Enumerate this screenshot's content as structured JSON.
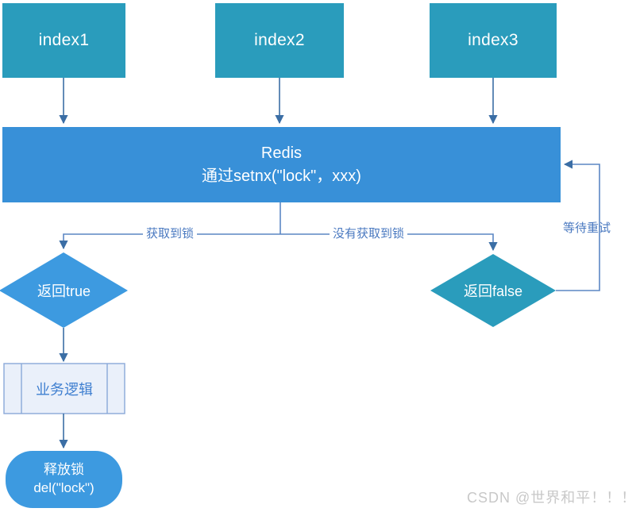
{
  "diagram": {
    "title": "Redis distributed lock flowchart",
    "colors": {
      "index_fill": "#2a9cbc",
      "redis_fill": "#3890d8",
      "diamond_true_fill": "#3d9ae0",
      "diamond_false_fill": "#2a9cbc",
      "process_fill": "#eaf0fa",
      "process_stroke": "#8aa9d8",
      "terminator_fill": "#3d9ae0",
      "line_stroke": "#4a79b8",
      "label_text": "#4a79c0",
      "watermark_text": "#c8c8c8"
    },
    "nodes": {
      "index1": {
        "label": "index1",
        "shape": "rectangle"
      },
      "index2": {
        "label": "index2",
        "shape": "rectangle"
      },
      "index3": {
        "label": "index3",
        "shape": "rectangle"
      },
      "redis": {
        "line1": "Redis",
        "line2": "通过setnx(\"lock\"，xxx)",
        "shape": "rectangle"
      },
      "return_true": {
        "label": "返回true",
        "shape": "diamond"
      },
      "return_false": {
        "label": "返回false",
        "shape": "diamond"
      },
      "business_logic": {
        "label": "业务逻辑",
        "shape": "predefined-process"
      },
      "release_lock": {
        "line1": "释放锁",
        "line2": "del(\"lock\")",
        "shape": "terminator"
      }
    },
    "edge_labels": {
      "acquired": "获取到锁",
      "not_acquired": "没有获取到锁",
      "wait_retry": "等待重试"
    },
    "watermark": "CSDN @世界和平！！！"
  }
}
